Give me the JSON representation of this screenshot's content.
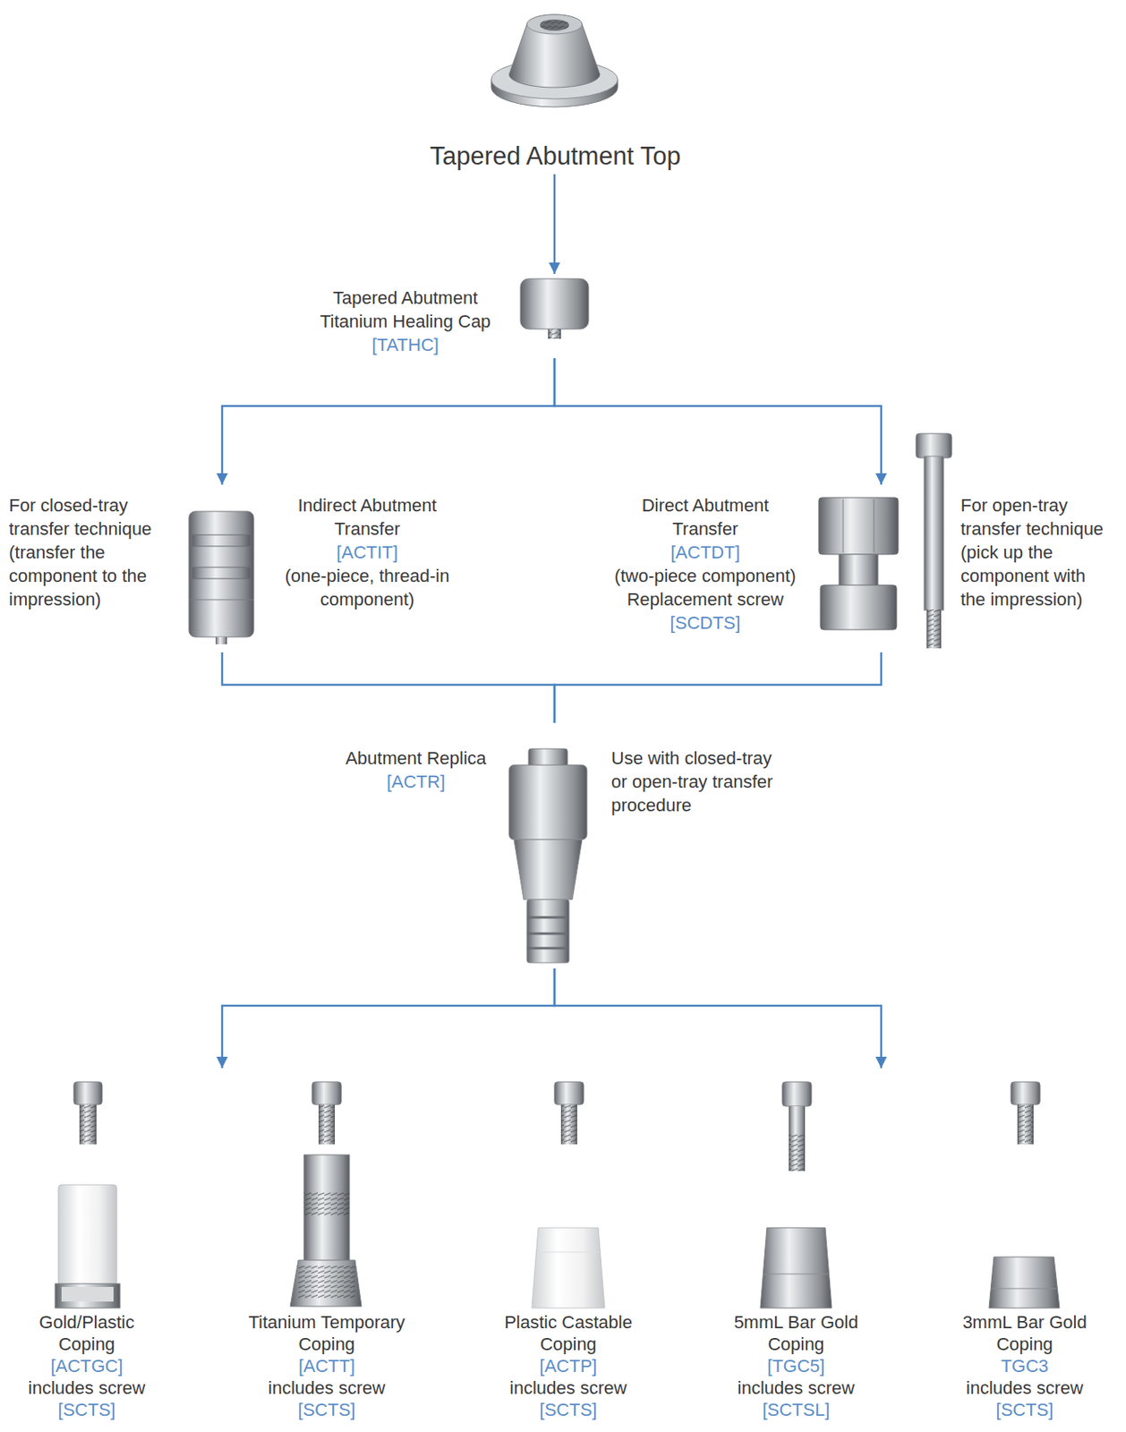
{
  "diagram": {
    "nodes": [
      {
        "text": [
          "Tapered Abutment Top"
        ]
      },
      {
        "text": [
          "Tapered Abutment Titanium Healing Cap",
          "[TATHC]"
        ]
      },
      {
        "text": [
          "For closed-tray transfer technique (transfer the component to the impression)",
          "Indirect Abutment Transfer",
          "[ACTIT]",
          "(one-piece, thread-in component)"
        ]
      },
      {
        "text": [
          "Direct Abutment Transfer",
          "[ACTDT]",
          "(two-piece component)",
          "Replacement screw",
          "[SCDTS]",
          "For open-tray transfer technique (pick up the component with the impression)"
        ]
      },
      {
        "text": [
          "Abutment Replica",
          "[ACTR]",
          "Use with closed-tray or open-tray transfer procedure"
        ]
      },
      {
        "text": [
          "Gold/Plastic Coping",
          "[ACTGC]",
          "includes screw",
          "[SCTS]"
        ]
      },
      {
        "text": [
          "Titanium Temporary Coping",
          "[ACTT]",
          "includes screw",
          "[SCTS]"
        ]
      },
      {
        "text": [
          "Plastic Castable Coping",
          "[ACTP]",
          "includes screw",
          "[SCTS]"
        ]
      },
      {
        "text": [
          "5mmL Bar Gold Coping",
          "[TGC5]",
          "includes screw",
          "[SCTSL]"
        ]
      },
      {
        "text": [
          "3mmL Bar Gold Coping",
          "TGC3",
          "includes screw",
          "[SCTS]"
        ]
      }
    ],
    "edges": [
      {
        "from": 0,
        "to": 1,
        "arrow": "to"
      },
      {
        "from": 1,
        "to": 2,
        "arrow": "to"
      },
      {
        "from": 1,
        "to": 3,
        "arrow": "to"
      },
      {
        "from": 2,
        "to": 4,
        "arrow": "none"
      },
      {
        "from": 3,
        "to": 4,
        "arrow": "none"
      },
      {
        "from": 4,
        "to": 5,
        "arrow": "to"
      },
      {
        "from": 4,
        "to": 9,
        "arrow": "to"
      }
    ]
  }
}
